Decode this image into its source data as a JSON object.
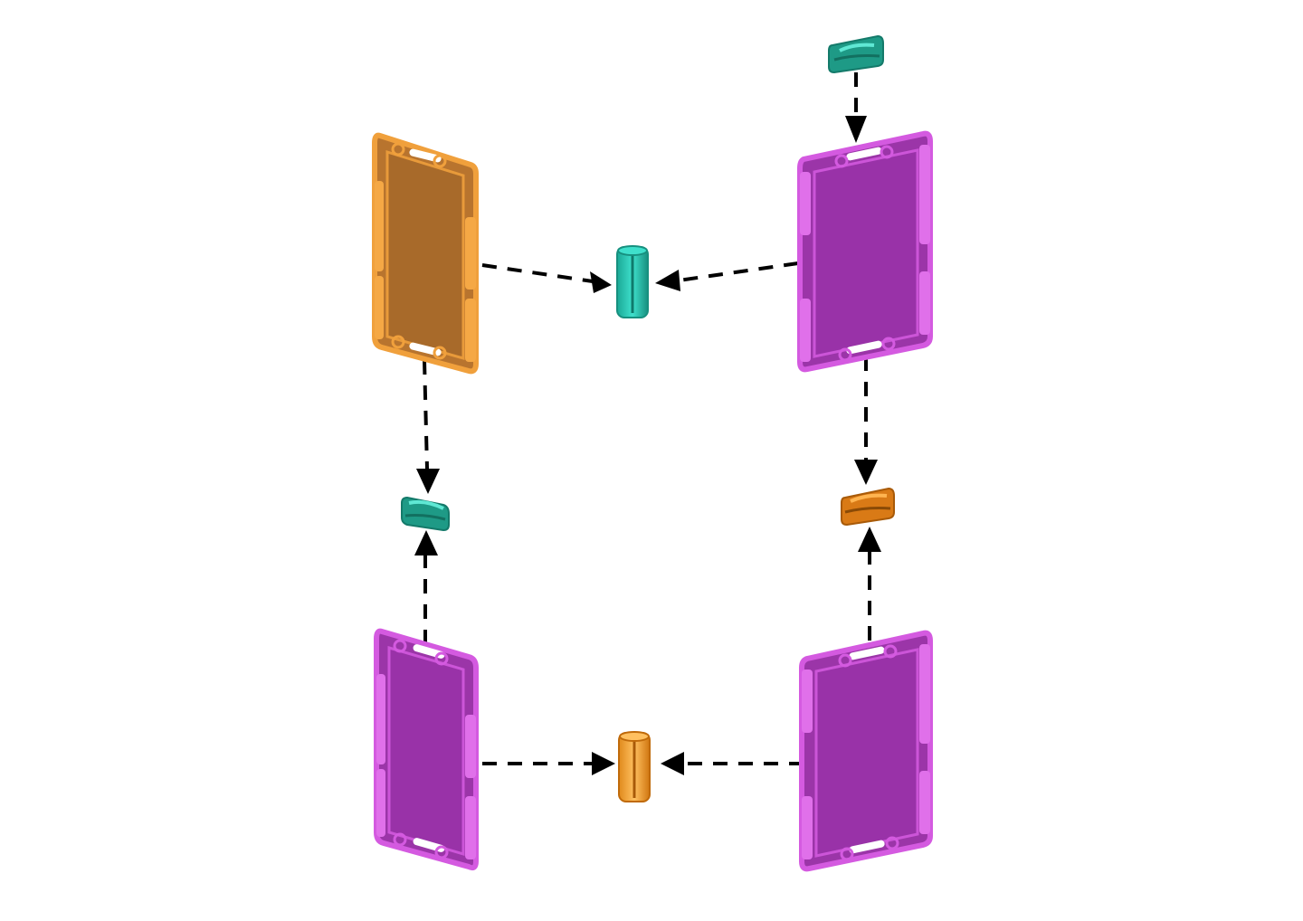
{
  "diagram": {
    "kind": "assembly-instruction",
    "background": "#ffffff",
    "arrow_color": "#000000",
    "colors": {
      "orange_panel": "#b8742e",
      "orange_frame": "#f0a03c",
      "purple_panel": "#9b35a8",
      "purple_frame": "#d45ae0",
      "teal": "#1e9a86",
      "teal_light": "#2ed4c0",
      "orange_clip": "#d97a16"
    },
    "panels": [
      {
        "id": "panel-top-left",
        "color": "orange"
      },
      {
        "id": "panel-top-right",
        "color": "purple"
      },
      {
        "id": "panel-bottom-left",
        "color": "purple"
      },
      {
        "id": "panel-bottom-right",
        "color": "purple"
      }
    ],
    "connectors": [
      {
        "id": "connector-top-right-clip",
        "shape": "clip",
        "color": "teal"
      },
      {
        "id": "connector-top-middle-tube",
        "shape": "tube",
        "color": "teal"
      },
      {
        "id": "connector-left-clip",
        "shape": "clip",
        "color": "teal"
      },
      {
        "id": "connector-right-clip",
        "shape": "clip",
        "color": "orange"
      },
      {
        "id": "connector-bottom-middle-tube",
        "shape": "tube",
        "color": "orange"
      }
    ]
  }
}
